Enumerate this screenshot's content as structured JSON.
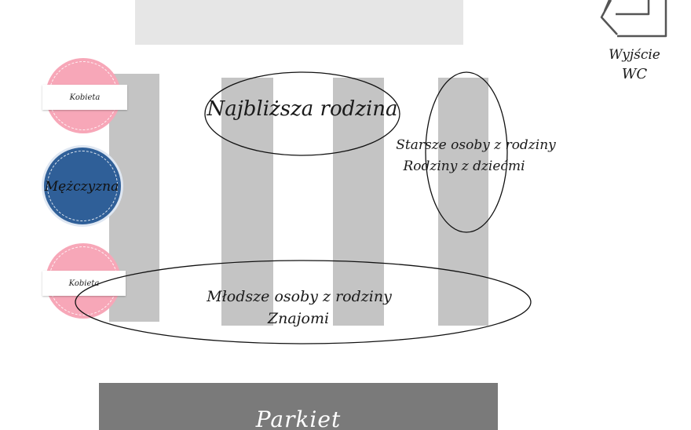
{
  "top_area": {
    "label": ""
  },
  "tables": [
    {
      "id": 1
    },
    {
      "id": 2
    },
    {
      "id": 3
    },
    {
      "id": 4
    }
  ],
  "guests": [
    {
      "label": "Kobieta",
      "color": "#f7a7b8"
    },
    {
      "label": "Mężczyzna",
      "color": "#2f5f98"
    },
    {
      "label": "Kobieta",
      "color": "#f7a7b8"
    }
  ],
  "groups": {
    "close_family": "Najbliższa rodzina",
    "older_line1": "Starsze osoby z rodziny",
    "older_line2": "Rodziny z dziećmi",
    "younger_line1": "Młodsze osoby z rodziny",
    "younger_line2": "Znajomi"
  },
  "exit": {
    "line1": "Wyjście",
    "line2": "WC",
    "icon": "exit-arrow-icon"
  },
  "dance_floor": {
    "label": "Parkiet",
    "color": "#7a7a7a"
  }
}
